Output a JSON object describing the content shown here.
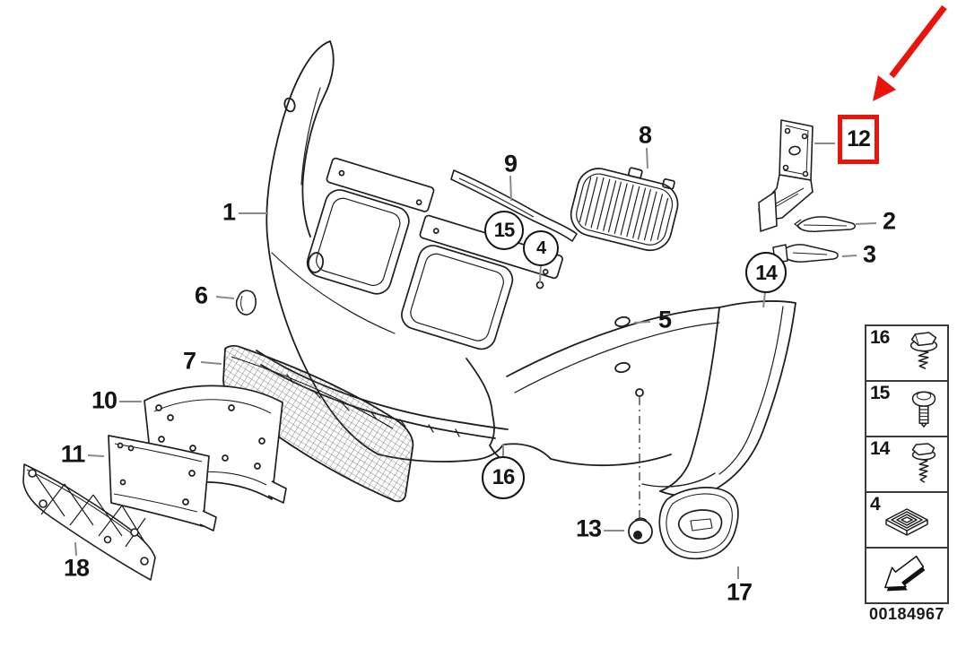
{
  "figure": {
    "background": "#ffffff",
    "line_color": "#1f1f1f",
    "leader_color": "#8a8a8a",
    "highlight_color": "#e8150d"
  },
  "highlight": {
    "number": "12",
    "style": "red-box-with-red-arrow",
    "color": "#e8150d"
  },
  "callouts": {
    "plain": [
      {
        "number": "1"
      },
      {
        "number": "2"
      },
      {
        "number": "3"
      },
      {
        "number": "5"
      },
      {
        "number": "6"
      },
      {
        "number": "7"
      },
      {
        "number": "8"
      },
      {
        "number": "9"
      },
      {
        "number": "10"
      },
      {
        "number": "11"
      },
      {
        "number": "13"
      },
      {
        "number": "17"
      },
      {
        "number": "18"
      }
    ],
    "circled": [
      {
        "number": "4"
      },
      {
        "number": "14"
      },
      {
        "number": "15"
      },
      {
        "number": "16"
      }
    ]
  },
  "legend": {
    "rows": [
      {
        "number": "16",
        "icon": "hex-flange-screw-icon"
      },
      {
        "number": "15",
        "icon": "torx-pan-head-screw-icon"
      },
      {
        "number": "14",
        "icon": "hex-flange-screw-long-icon"
      },
      {
        "number": "4",
        "icon": "square-clip-nut-icon"
      },
      {
        "number": "",
        "icon": "installation-direction-arrow-icon"
      }
    ],
    "part_number": "00184967"
  }
}
